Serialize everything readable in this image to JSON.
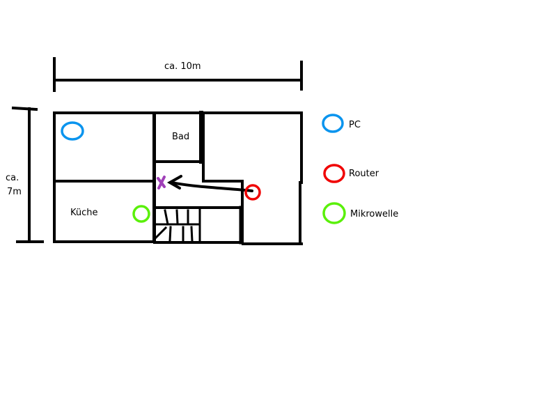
{
  "dimensions": {
    "width_label": "ca. 10m",
    "height_label_line1": "ca.",
    "height_label_line2": "7m"
  },
  "rooms": {
    "bathroom": "Bad",
    "kitchen": "Küche"
  },
  "legend": [
    {
      "label": "PC",
      "color": "#0a94ee"
    },
    {
      "label": "Router",
      "color": "#f00000"
    },
    {
      "label": "Mikrowelle",
      "color": "#5af00a"
    }
  ],
  "marker_color": "#a040b8"
}
